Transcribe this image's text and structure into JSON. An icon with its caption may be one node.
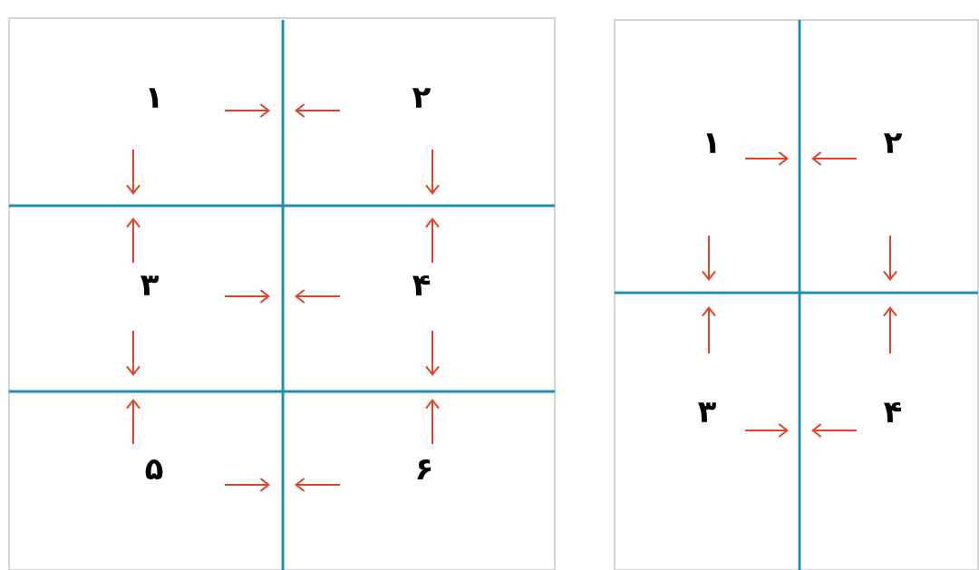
{
  "diagram": {
    "labels": [
      "۱",
      "۲",
      "۳",
      "۴",
      "۵",
      "۶",
      "۱",
      "۲",
      "۳",
      "۴"
    ]
  }
}
